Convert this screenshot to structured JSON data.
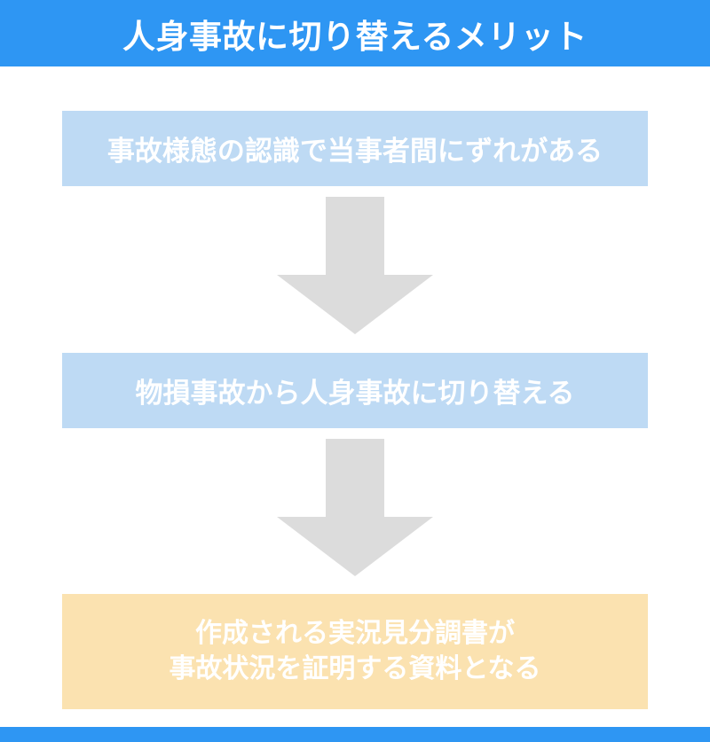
{
  "title": {
    "text": "人身事故に切り替えるメリット"
  },
  "flow": {
    "step1": "事故様態の認識で当事者間にずれがある",
    "step2": "物損事故から人身事故に切り替える",
    "step3_line1": "作成される実況見分調書が",
    "step3_line2": "事故状況を証明する資料となる"
  },
  "icons": {
    "down_arrow": "⬇ solid block arrow"
  },
  "colors": {
    "header_blue": "#2E96F3",
    "step_blue": "#BEDAF4",
    "result_orange": "#FBE2B0",
    "arrow_gray": "#DCDCDC",
    "text_white": "#FFFFFF"
  }
}
